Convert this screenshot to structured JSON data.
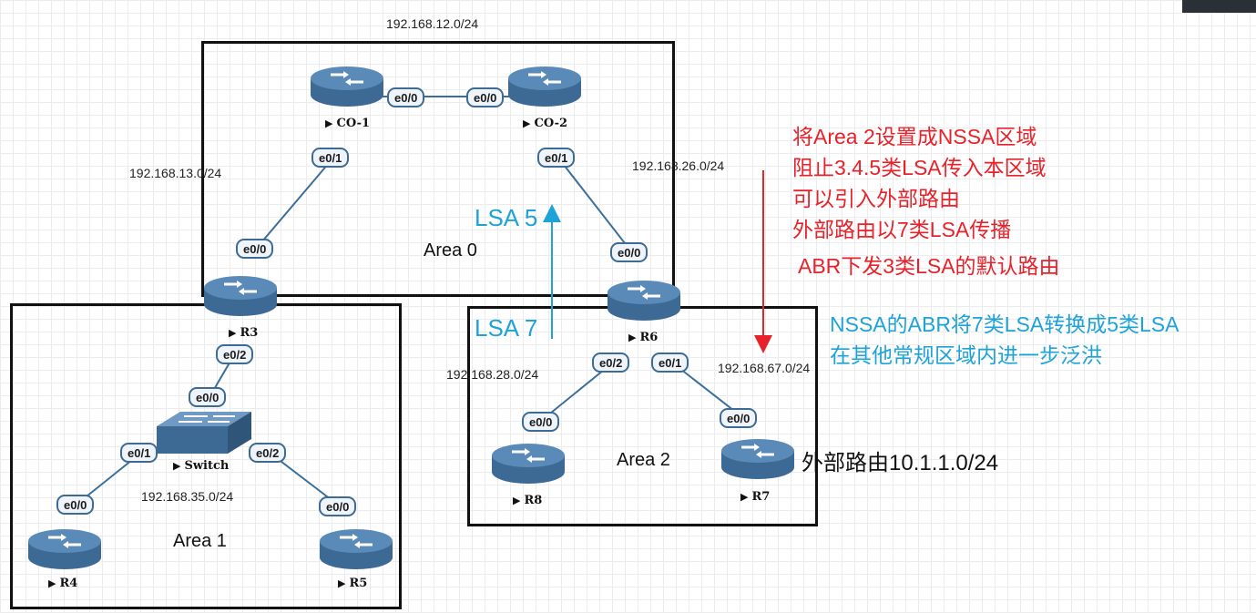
{
  "areas": {
    "area0": "Area 0",
    "area1": "Area 1",
    "area2": "Area 2"
  },
  "networks": {
    "n12": "192.168.12.0/24",
    "n13": "192.168.13.0/24",
    "n26": "192.168.26.0/24",
    "n28": "192.168.28.0/24",
    "n67": "192.168.67.0/24",
    "n35": "192.168.35.0/24"
  },
  "devices": {
    "co1": "CO-1",
    "co2": "CO-2",
    "r3": "R3",
    "r4": "R4",
    "r5": "R5",
    "r6": "R6",
    "r7": "R7",
    "r8": "R8",
    "switch": "Switch"
  },
  "interfaces": {
    "co1_e00": "e0/0",
    "co1_e01": "e0/1",
    "co2_e00": "e0/0",
    "co2_e01": "e0/1",
    "r3_e00": "e0/0",
    "r3_e02": "e0/2",
    "sw_e00": "e0/0",
    "sw_e01": "e0/1",
    "sw_e02": "e0/2",
    "r4_e00": "e0/0",
    "r5_e00": "e0/0",
    "r6_e00": "e0/0",
    "r6_e01": "e0/1",
    "r6_e02": "e0/2",
    "r7_e00": "e0/0",
    "r8_e00": "e0/0"
  },
  "lsa": {
    "lsa5": "LSA 5",
    "lsa7": "LSA 7"
  },
  "notes_red": [
    "将Area 2设置成NSSA区域",
    "阻止3.4.5类LSA传入本区域",
    "可以引入外部路由",
    "外部路由以7类LSA传播",
    "ABR下发3类LSA的默认路由"
  ],
  "notes_blue": [
    "NSSA的ABR将7类LSA转换成5类LSA",
    "在其他常规区域内进一步泛洪"
  ],
  "external_route": "外部路由10.1.1.0/24",
  "colors": {
    "red": "#e8222b",
    "blue": "#1ea3d8",
    "router_body": "#4f7da8",
    "link": "#3b6f9a"
  },
  "icons": {
    "router": "router-icon",
    "switch": "switch-icon"
  }
}
